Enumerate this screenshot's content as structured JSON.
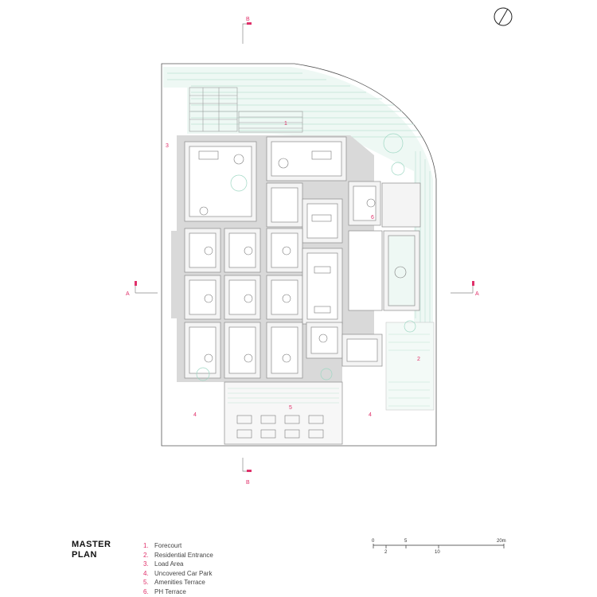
{
  "title_lines": [
    "MASTER",
    "PLAN"
  ],
  "legend": [
    {
      "num": "1.",
      "label": "Forecourt"
    },
    {
      "num": "2.",
      "label": "Residential Entrance"
    },
    {
      "num": "3.",
      "label": "Load Area"
    },
    {
      "num": "4.",
      "label": "Uncovered Car Park"
    },
    {
      "num": "5.",
      "label": "Amenities Terrace"
    },
    {
      "num": "6.",
      "label": "PH Terrace"
    }
  ],
  "zone_labels": [
    {
      "text": "1"
    },
    {
      "text": "2"
    },
    {
      "text": "3"
    },
    {
      "text": "4"
    },
    {
      "text": "4"
    },
    {
      "text": "5"
    },
    {
      "text": "6"
    }
  ],
  "section_markers": {
    "a_left": "A",
    "a_right": "A",
    "b_top": "B",
    "b_bottom": "B"
  },
  "scale_bar": {
    "ticks": [
      "0",
      "2",
      "5",
      "10",
      "20m"
    ]
  },
  "colors": {
    "accent": "#e0306a",
    "line": "#6e6e6e",
    "shadow": "#d9d9d9",
    "landscape": "#bfe3d6"
  }
}
